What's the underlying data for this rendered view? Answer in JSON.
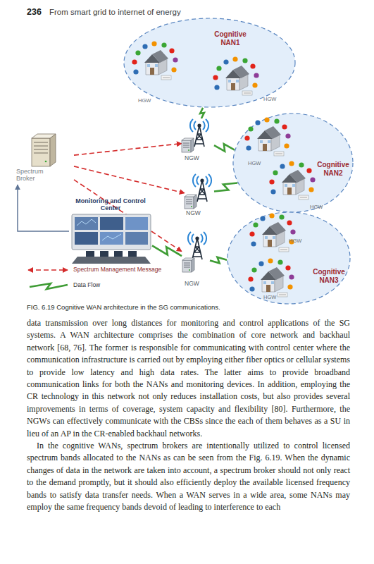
{
  "diagram": {
    "caption": "FIG. 6.19 Cognitive WAN architecture in the SG communications.",
    "nodes": [
      {
        "text": [
          "Cognitive NAN1"
        ]
      },
      {
        "text": [
          "Spectrum Broker"
        ]
      },
      {
        "text": [
          "NGW"
        ]
      },
      {
        "text": [
          "Cognitive NAN2"
        ]
      },
      {
        "text": [
          "Monitoring and Control Center"
        ]
      },
      {
        "text": [
          "NGW"
        ]
      },
      {
        "text": [
          "Cognitive NAN3"
        ]
      },
      {
        "text": [
          "NGW"
        ]
      }
    ],
    "edges": [
      {
        "from": 1,
        "to": 2,
        "arrow": "to"
      },
      {
        "from": 1,
        "to": 5,
        "arrow": "to"
      },
      {
        "from": 1,
        "to": 7,
        "arrow": "to"
      },
      {
        "from": 4,
        "to": 1,
        "arrow": "to"
      },
      {
        "from": 2,
        "to": 0,
        "arrow": "none"
      },
      {
        "from": 2,
        "to": 3,
        "arrow": "none"
      },
      {
        "from": 5,
        "to": 3,
        "arrow": "none"
      },
      {
        "from": 7,
        "to": 6,
        "arrow": "none"
      },
      {
        "from": 4,
        "to": 7,
        "arrow": "none"
      }
    ],
    "labels": [
      "236",
      "From smart grid to internet of energy",
      "HGW",
      "HGW",
      "HGW",
      "HGW",
      "HGW",
      "HGW",
      "data transmission over long distances for monitoring and control applications of the SG systems. A WAN architecture comprises the combination of core network and backhaul network [68, 76]. The former is responsible for communicating with control center where the communication infrastructure is carried out by employing either fiber optics or cellular systems to provide low latency and high data rates. The latter aims to provide broadband communication links for both the NANs and monitoring devices. In addition, employing the CR technology in this network not only reduces installation costs, but also provides several improvements in terms of coverage, system capacity and flexibility [80]. Furthermore, the NGWs can effectively communicate with the CBSs since the each of them behaves as a SU in lieu of an AP in the CR-enabled backhaul networks.",
      "In the cognitive WANs, spectrum brokers are intentionally utilized to control licensed spectrum bands allocated to the NANs as can be seen from the Fig. 6.19. When the dynamic changes of data in the network are taken into account, a spectrum broker should not only react to the demand promptly, but it should also efficiently deploy the available licensed frequency bands to satisfy data transfer needs. When a WAN serves in a wide area, some NANs may employ the same frequency bands devoid of leading to interference to each"
    ],
    "legend": [
      {
        "text": "Spectrum Management Message"
      },
      {
        "text": "Data Flow"
      }
    ]
  }
}
